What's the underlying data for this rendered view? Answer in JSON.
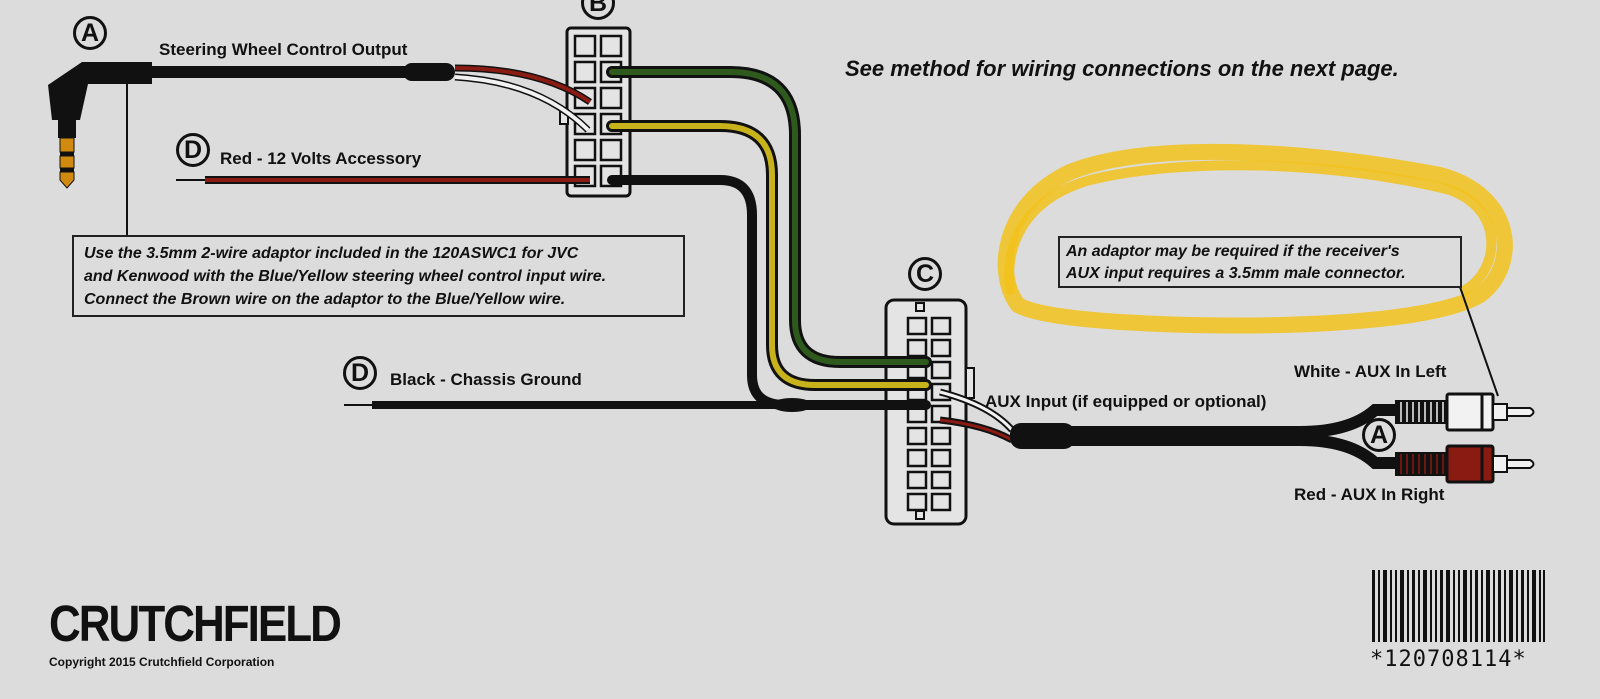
{
  "headline": "See method for wiring connections on the next page.",
  "markers": {
    "a": "A",
    "b": "B",
    "c": "C",
    "d": "D"
  },
  "wires": {
    "steering_wheel": "Steering Wheel Control Output",
    "red_accessory": "Red - 12 Volts Accessory",
    "black_ground": "Black - Chassis Ground",
    "aux_input": "AUX Input (if equipped or optional)",
    "white_aux": "White - AUX In Left",
    "red_aux": "Red - AUX In Right"
  },
  "notes": {
    "adaptor_lines": [
      "Use the 3.5mm 2-wire adaptor included in the 120ASWC1 for JVC",
      "and Kenwood with the Blue/Yellow steering wheel control input wire.",
      "Connect the Brown wire on the adaptor to the Blue/Yellow wire."
    ],
    "aux_lines": [
      "An adaptor may be required if the receiver's",
      "AUX input requires a 3.5mm male connector."
    ]
  },
  "branding": {
    "logo": "CRUTCHFIELD",
    "copyright": "Copyright 2015  Crutchfield Corporation"
  },
  "barcode": "*120708114*",
  "colors": {
    "background": "#dcdcdc",
    "wire_black": "#111111",
    "wire_green": "#2f5a1e",
    "wire_yellow": "#c8b21c",
    "wire_red": "#8a1b12",
    "highlight": "#f2c21b",
    "plug_gold": "#d08a10"
  }
}
